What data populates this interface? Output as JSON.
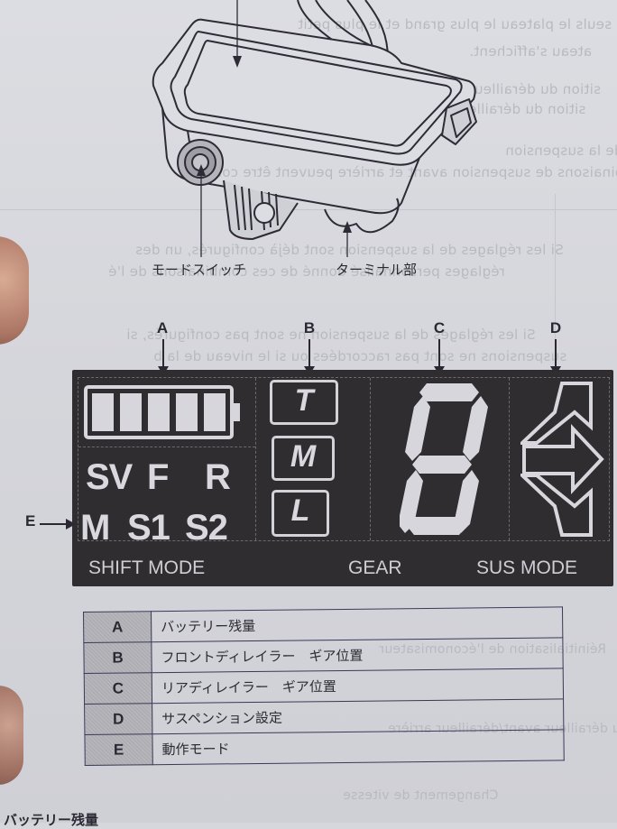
{
  "page": {
    "background_color": "#d6d7dc",
    "bottom_heading": "バッテリー残量"
  },
  "illustration": {
    "callouts": {
      "mode_switch": "モードスイッチ",
      "terminal": "ターミナル部"
    }
  },
  "lcd": {
    "markers": [
      "A",
      "B",
      "C",
      "D",
      "E"
    ],
    "battery_segments": 5,
    "shift_mode_row1": [
      "SV",
      "F",
      "R"
    ],
    "shift_mode_row2": [
      "M",
      "S1",
      "S2"
    ],
    "front_positions": [
      "T",
      "M",
      "L"
    ],
    "gear_digit": "8",
    "captions": {
      "shift_mode": "SHIFT MODE",
      "gear": "GEAR",
      "sus_mode": "SUS MODE"
    },
    "colors": {
      "panel": "#302d30",
      "segment": "#d7d6dc"
    }
  },
  "legend": {
    "rows": [
      {
        "key": "A",
        "desc": "バッテリー残量"
      },
      {
        "key": "B",
        "desc": "フロントディレイラー　ギア位置"
      },
      {
        "key": "C",
        "desc": "リアディレイラー　ギア位置"
      },
      {
        "key": "D",
        "desc": "サスペンション設定"
      },
      {
        "key": "E",
        "desc": "動作モード"
      }
    ]
  },
  "bleed_through_text": [
    "cas de double spécification, seuls le plateau le plus grand et le plus petit",
    "ateau s'affichent.",
    "sition du dérailleur avant",
    "sition du dérailleur arrière s'affiche.",
    "glage de la suspension",
    "ypes de combinaisons de suspension avant et arrière peuvent être configur",
    "Si les réglages de la suspension sont déjà configurés, un des",
    "réglages personnalisé donné de ces combinaisons de l'é",
    "Si les réglages de la suspension ne sont pas configurés, si",
    "suspensions ne sont pas raccordées ou si le niveau de la b",
    "Réinitialisation de l'économisateur",
    "Ajustement du dérailleur avant/dérailleur arrière",
    "Changement de vitesse"
  ]
}
